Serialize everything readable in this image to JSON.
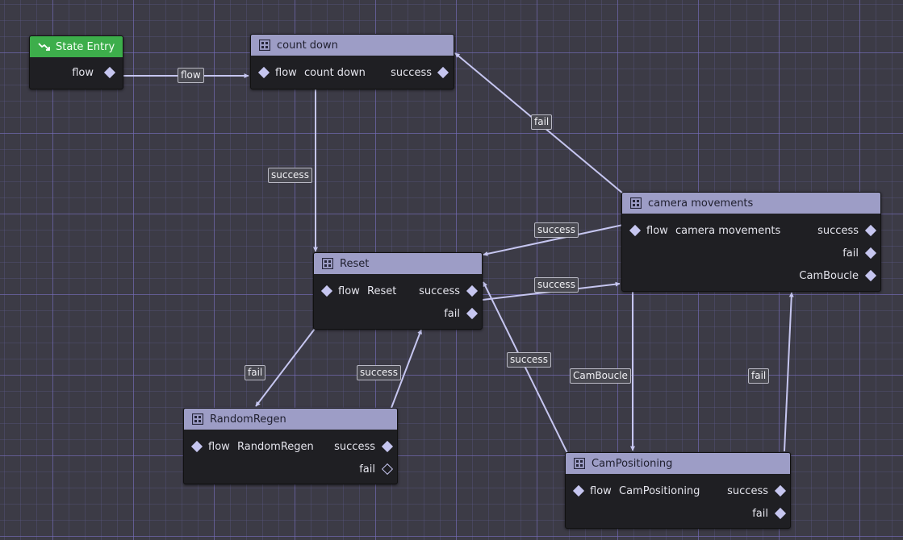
{
  "nodes": {
    "state_entry": {
      "title": "State Entry",
      "outputs": [
        "flow"
      ]
    },
    "count_down": {
      "title": "count down",
      "input": "flow",
      "action": "count down",
      "outputs": [
        "success"
      ]
    },
    "camera_movements": {
      "title": "camera movements",
      "input": "flow",
      "action": "camera movements",
      "outputs": [
        "success",
        "fail",
        "CamBoucle"
      ]
    },
    "reset": {
      "title": "Reset",
      "input": "flow",
      "action": "Reset",
      "outputs": [
        "success",
        "fail"
      ]
    },
    "random_regen": {
      "title": "RandomRegen",
      "input": "flow",
      "action": "RandomRegen",
      "outputs": [
        "success",
        "fail"
      ]
    },
    "cam_positioning": {
      "title": "CamPositioning",
      "input": "flow",
      "action": "CamPositioning",
      "outputs": [
        "success",
        "fail"
      ]
    }
  },
  "edge_labels": {
    "entry_to_countdown": "flow",
    "countdown_to_reset": "success",
    "camera_fail_to_countdown": "fail",
    "camera_success_to_reset": "success",
    "reset_success_to_camera": "success",
    "reset_fail_to_randomregen": "fail",
    "randomregen_success_to_reset": "success",
    "campositioning_success_to_reset": "success",
    "camera_camboucle_to_campositioning": "CamBoucle",
    "campositioning_fail_to_camera": "fail"
  },
  "colors": {
    "header": "#9d9dc6",
    "entry_header": "#3dae4b",
    "edge": "#c6c6f0",
    "node_body": "#1f1f23",
    "background": "#3c3b46"
  },
  "icons": {
    "entry": "trend-down-icon",
    "state": "state-grid-icon"
  }
}
